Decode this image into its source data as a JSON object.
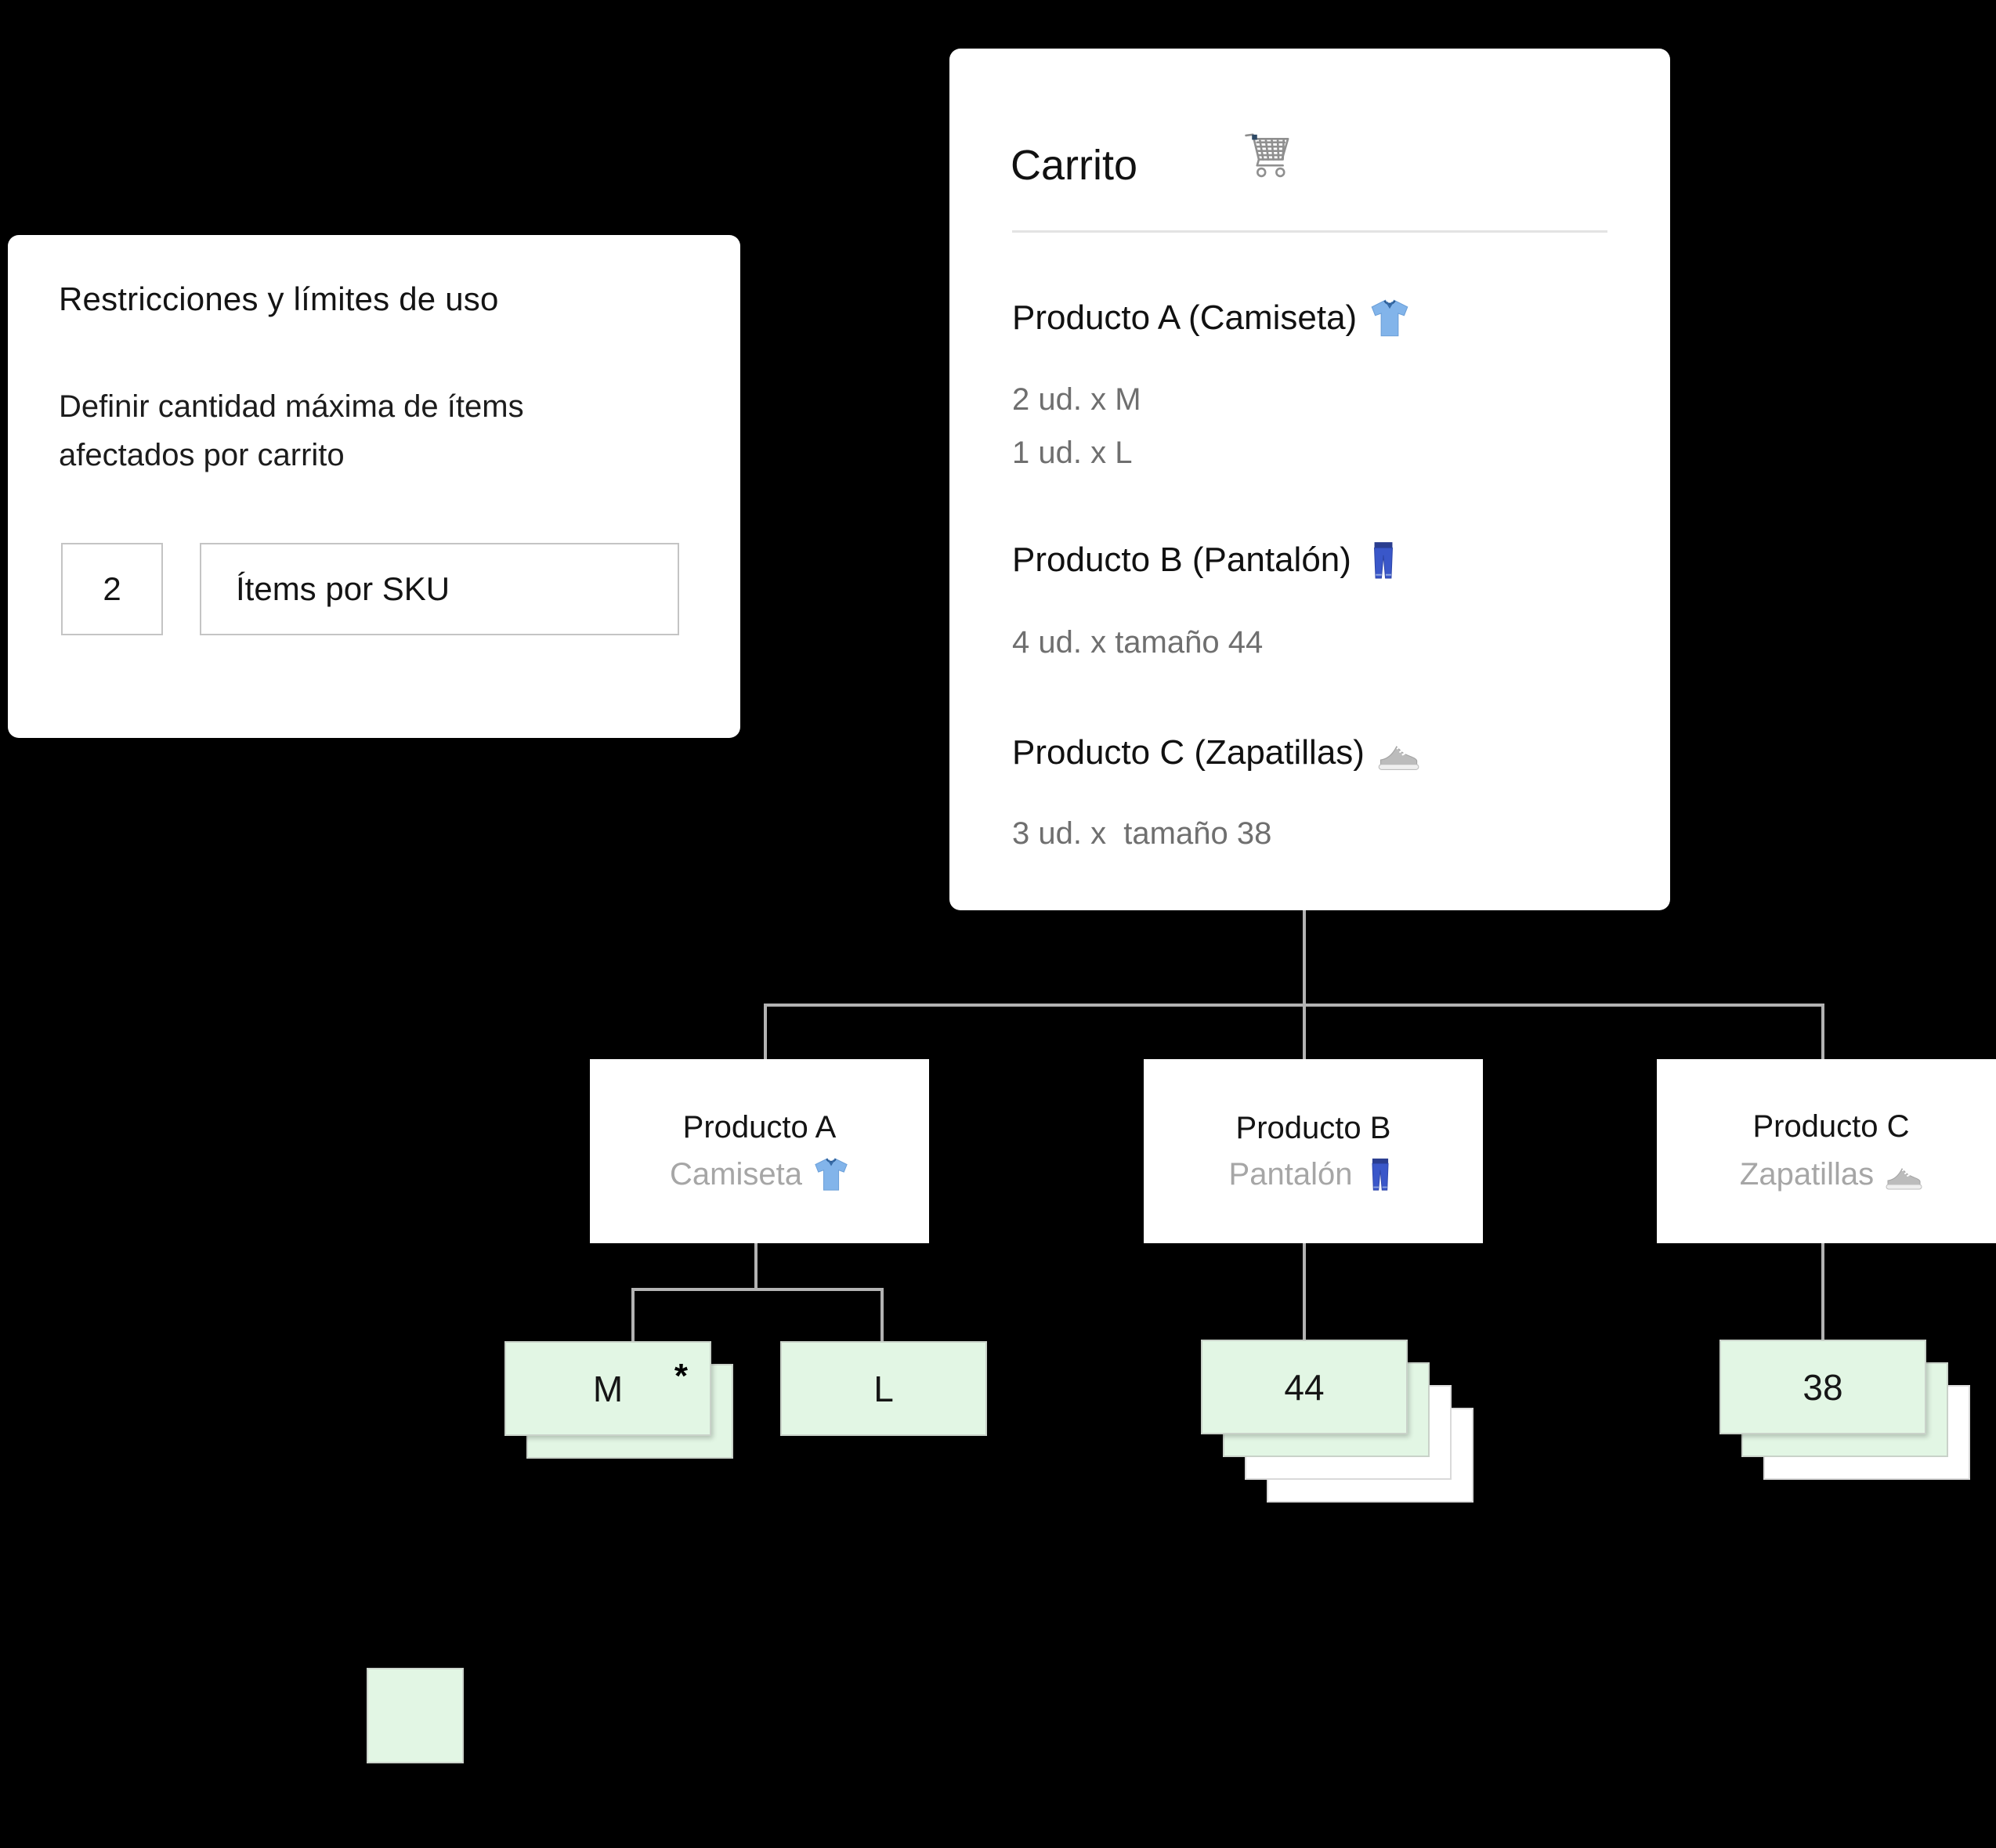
{
  "restrictions_card": {
    "title": "Restricciones y límites de uso",
    "description": "Definir cantidad máxima de ítems afectados por carrito",
    "max_items_value": "2",
    "max_items_field": "Ítems por SKU"
  },
  "cart_card": {
    "title": "Carrito",
    "icon": "shopping-cart-icon",
    "items": [
      {
        "name": "Producto A (Camiseta)",
        "icon": "tshirt-icon",
        "quantities": [
          "2 ud. x M",
          "1 ud. x L"
        ]
      },
      {
        "name": "Producto B (Pantalón)",
        "icon": "jeans-icon",
        "quantities": [
          "4 ud. x tamaño 44"
        ]
      },
      {
        "name": "Producto C (Zapatillas)",
        "icon": "sneaker-icon",
        "quantities": [
          "3 ud. x  tamaño 38"
        ]
      }
    ]
  },
  "tree": {
    "product_nodes": [
      {
        "title": "Producto A",
        "subtitle": "Camiseta",
        "icon": "tshirt-icon"
      },
      {
        "title": "Producto B",
        "subtitle": "Pantalón",
        "icon": "jeans-icon"
      },
      {
        "title": "Producto C",
        "subtitle": "Zapatillas",
        "icon": "sneaker-icon"
      }
    ],
    "sku_nodes": [
      {
        "label": "M",
        "marker": "*",
        "units": 2,
        "affected": 2
      },
      {
        "label": "L",
        "units": 1,
        "affected": 1
      },
      {
        "label": "44",
        "units": 4,
        "affected": 2
      },
      {
        "label": "38",
        "units": 3,
        "affected": 2
      }
    ]
  },
  "legend": {
    "affected_swatch_color": "#e2f6e4"
  },
  "colors": {
    "background": "#000000",
    "card": "#ffffff",
    "affected_green": "#e2f6e4",
    "unaffected_white": "#ffffff",
    "connector_gray": "#b3b3b3",
    "quantity_text_gray": "#6f6f6f",
    "subtitle_gray": "#a6a6a6"
  }
}
